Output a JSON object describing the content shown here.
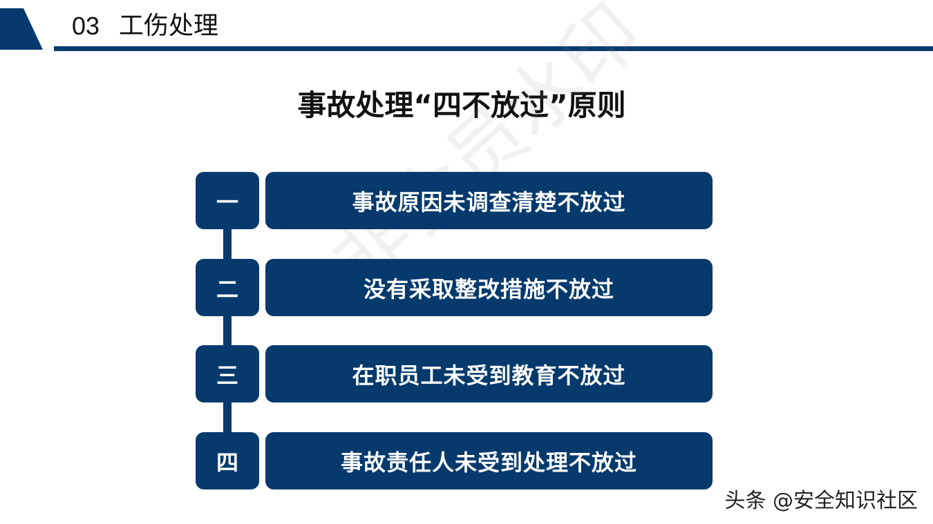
{
  "header": {
    "section_number": "03",
    "section_title": "工伤处理"
  },
  "main_title": "事故处理“四不放过”原则",
  "principles": [
    {
      "index_label": "一",
      "text": "事故原因未调查清楚不放过"
    },
    {
      "index_label": "二",
      "text": "没有采取整改措施不放过"
    },
    {
      "index_label": "三",
      "text": "在职员工未受到教育不放过"
    },
    {
      "index_label": "四",
      "text": "事故责任人未受到处理不放过"
    }
  ],
  "credit": "头条 @安全知识社区",
  "colors": {
    "primary": "#063a6d",
    "text": "#111111",
    "background": "#ffffff"
  }
}
